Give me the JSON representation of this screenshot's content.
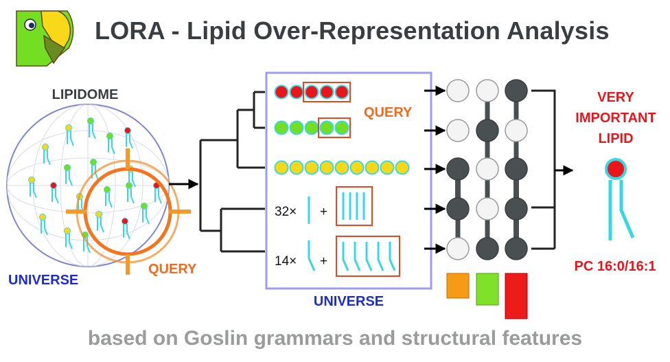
{
  "title": "LORA - Lipid Over-Representation Analysis",
  "footer": "based on Goslin grammars and structural features",
  "labels": {
    "lipidome": "LIPIDOME",
    "universe_left": "UNIVERSE",
    "query_left": "QUERY",
    "query_box": "QUERY",
    "universe_box": "UNIVERSE",
    "vip_line1": "VERY",
    "vip_line2": "IMPORTANT",
    "vip_line3": "LIPID",
    "lipid_name": "PC 16:0/16:1",
    "count_row4": "32×",
    "count_row5": "14×",
    "plus": "+"
  },
  "icons": {
    "logo": "parrot-logo-icon",
    "target": "crosshair-target-icon",
    "lipid": "lipid-molecule-icon"
  },
  "colors": {
    "title": "#3b3e40",
    "footer": "#9a9c9c",
    "blue_label": "#1c2bd2",
    "orange_label": "#f06a1c",
    "red_label": "#e8161b",
    "box_border": "#9a9ff0",
    "red_dot": "#e8161b",
    "green_dot": "#74df22",
    "yellow_dot": "#f8d818",
    "cyan": "#36d8e8",
    "dark_node": "#4a4f51",
    "orange_bar": "#f79b14",
    "green_bar": "#7fe12a",
    "red_bar": "#ee1b1b"
  },
  "rows": [
    {
      "color": "red",
      "count": 5,
      "highlighted": 3
    },
    {
      "color": "green",
      "count": 5,
      "highlighted": 2
    },
    {
      "color": "yellow",
      "count": 9,
      "highlighted": 0
    }
  ],
  "network_rows": [
    [
      "empty",
      "empty",
      "filled"
    ],
    [
      "empty",
      "filled",
      "empty"
    ],
    [
      "filled",
      "empty",
      "filled"
    ],
    [
      "filled",
      "empty",
      "filled"
    ],
    [
      "empty",
      "filled",
      "filled"
    ]
  ],
  "bars": [
    "orange",
    "green",
    "red"
  ]
}
